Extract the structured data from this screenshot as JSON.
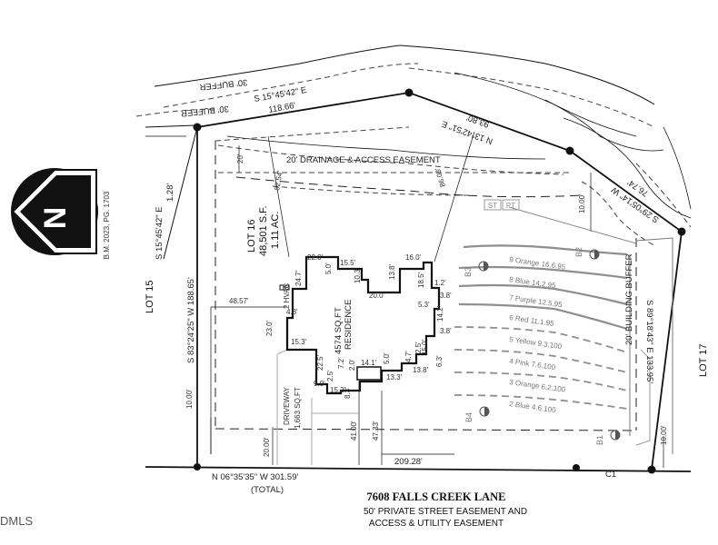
{
  "plat": {
    "title": "7608 FALLS CREEK LANE",
    "subtitle_line1": "50' PRIVATE STREET EASEMENT AND",
    "subtitle_line2": "ACCESS & UTILITY EASEMENT",
    "north_arrow_letter": "N",
    "book_ref": "B.M. 2023, PG. 1703",
    "watermark": "DMLS"
  },
  "lot": {
    "number": "LOT 16",
    "area_sf": "48,501 S.F.",
    "area_ac": "1.11 AC."
  },
  "residence": {
    "area": "4574 SQ.FT",
    "label": "RESIDENCE",
    "hvac": "2 HVAC"
  },
  "driveway": {
    "label": "DRIVEWAY",
    "area": "1,663 SQ.FT"
  },
  "neighbors": {
    "left": "LOT 15",
    "right": "LOT 17"
  },
  "easements": {
    "drainage": "20' DRAINAGE & ACCESS EASEMENT",
    "buffer_top": "30' BUFFER",
    "buffer_top2": "30' BUFFER",
    "building_buffer": "20' BUILDING BUFFER"
  },
  "bearings": {
    "top_left": "S 15°45'42\" E",
    "top_left_dist": "118.66'",
    "top_right": "N 13°42'51\" E",
    "top_right_dist": "93.80'",
    "right_top": "S 29°05'14\" W",
    "right_top_dist": "76.74'",
    "left_side": "S 83°24'25\" W 188.65'",
    "right_side": "S 89°18'43\" E 133.95'",
    "bottom": "N 06°35'35\" W 301.59'",
    "bottom_total": "(TOTAL)",
    "corner_small": "S 15°45'42\" E",
    "corner_small_dist": "1.28'",
    "curve": "C1"
  },
  "dimensions": {
    "d1": "82.54'",
    "d2": "86.08'",
    "d3": "20'",
    "d4": "48.57'",
    "d5": "10.00'",
    "d6": "10.00'",
    "d7": "10.00'",
    "d8": "20.00'",
    "d9": "41.00'",
    "d10": "47.33'",
    "d11": "209.28'",
    "w1": "22.0'",
    "w2": "15.5'",
    "w3": "16.0'",
    "w4": "20.0'",
    "w5": "13.8'",
    "w6": "18.5'",
    "w7": "10.3'",
    "w8": "5.0'",
    "w9": "24.7'",
    "w10": "4.8'",
    "w11": "23.0'",
    "w12": "15.3'",
    "w13": "22.5'",
    "w14": "9.0'",
    "w15": "2.5'",
    "w16": "15.2'",
    "w17": "8.3'",
    "w18": "7.2'",
    "w19": "2.0'",
    "w20": "14.1'",
    "w21": "5.0'",
    "w22": "13.3'",
    "w23": "13.8'",
    "w24": "4.7'",
    "w25": "2.5'",
    "w26": "6.3'",
    "w27": "15.0'",
    "w28": "3.8'",
    "w29": "14.2'",
    "w30": "5.3'",
    "w31": "1.2'",
    "w32": "3.8'"
  },
  "contours": [
    "9 Orange 16.6.95",
    "8 Blue 14.2.95",
    "7 Purple 12.5.95",
    "6 Red 11.1.95",
    "5 Yellow 9.3.100",
    "4 Pink 7.6.100",
    "3 Orange 6.2.100",
    "2 Blue 4.6.100"
  ],
  "markers": {
    "st": "ST",
    "pt": "PT",
    "b1": "B1",
    "b2": "B2",
    "b3": "B3",
    "b4": "B4"
  }
}
